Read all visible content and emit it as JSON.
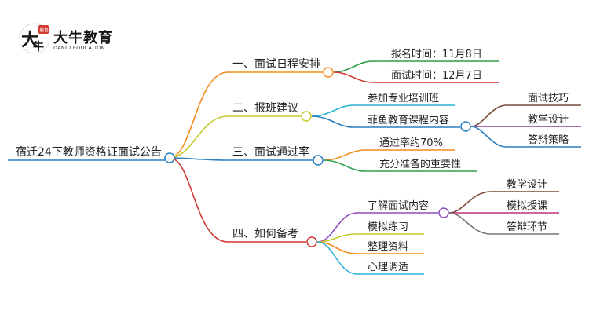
{
  "logo": {
    "main": "大牛教育",
    "sub": "DANIU EDUCATION",
    "glyph_big": "大",
    "glyph_small": "牛",
    "seal": "教育"
  },
  "root": "宿迁24下教师资格证面试公告",
  "branches": [
    {
      "label": "一、面试日程安排",
      "color": "#f28c1e",
      "children": [
        {
          "label": "报名时间：11月8日",
          "color": "#2e9e4a"
        },
        {
          "label": "面试时间：12月7日",
          "color": "#d23a32"
        }
      ]
    },
    {
      "label": "二、报班建议",
      "color": "#c2c92a",
      "children": [
        {
          "label": "参加专业培训班",
          "color": "#2bb3d6"
        },
        {
          "label": "菲鱼教育课程内容",
          "color": "#2a7fc1",
          "children": [
            {
              "label": "面试技巧",
              "color": "#7b4a3a"
            },
            {
              "label": "教学设计",
              "color": "#8e3b8e"
            },
            {
              "label": "答辩策略",
              "color": "#2a7fc1"
            }
          ]
        }
      ]
    },
    {
      "label": "三、面试通过率",
      "color": "#2a7fc1",
      "children": [
        {
          "label": "通过率约70%",
          "color": "#f28c1e"
        },
        {
          "label": "充分准备的重要性",
          "color": "#2e9e4a"
        }
      ]
    },
    {
      "label": "四、如何备考",
      "color": "#d23a32",
      "children": [
        {
          "label": "了解面试内容",
          "color": "#8e4fbf",
          "children": [
            {
              "label": "教学设计",
              "color": "#7b4a3a"
            },
            {
              "label": "模拟授课",
              "color": "#c0327e"
            },
            {
              "label": "答辩环节",
              "color": "#777777"
            }
          ]
        },
        {
          "label": "模拟练习",
          "color": "#c2c92a"
        },
        {
          "label": "整理资料",
          "color": "#f28c1e"
        },
        {
          "label": "心理调适",
          "color": "#2bb3d6"
        }
      ]
    }
  ]
}
